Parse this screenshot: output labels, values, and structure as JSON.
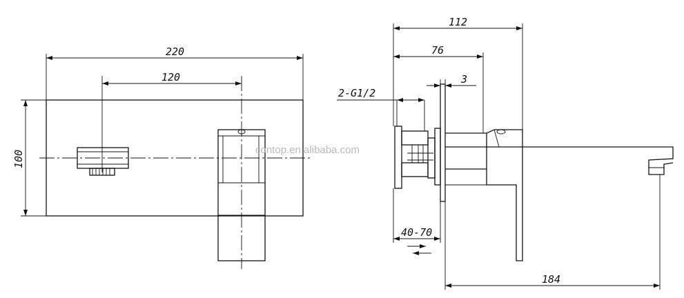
{
  "front_view": {
    "dim_width": "220",
    "dim_centers": "120",
    "dim_height": "100"
  },
  "side_view": {
    "dim_overall": "112",
    "dim_body": "76",
    "dim_plate": "3",
    "thread_label": "2-G1/2",
    "dim_wall_range": "40-70",
    "dim_projection": "184"
  },
  "watermark": "contop.en.alibaba.com"
}
